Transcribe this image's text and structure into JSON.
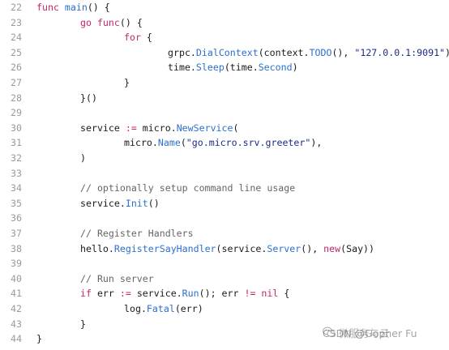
{
  "lines": [
    {
      "num": "22",
      "indent": 0,
      "segs": [
        {
          "t": "func ",
          "c": "kw"
        },
        {
          "t": "main",
          "c": "fn"
        },
        {
          "t": "() {",
          "c": ""
        }
      ]
    },
    {
      "num": "23",
      "indent": 1,
      "segs": [
        {
          "t": "go ",
          "c": "kw"
        },
        {
          "t": "func",
          "c": "kw"
        },
        {
          "t": "() {",
          "c": ""
        }
      ]
    },
    {
      "num": "24",
      "indent": 2,
      "segs": [
        {
          "t": "for",
          "c": "kw"
        },
        {
          "t": " {",
          "c": ""
        }
      ]
    },
    {
      "num": "25",
      "indent": 3,
      "segs": [
        {
          "t": "grpc.",
          "c": ""
        },
        {
          "t": "DialContext",
          "c": "fn"
        },
        {
          "t": "(context.",
          "c": ""
        },
        {
          "t": "TODO",
          "c": "fn"
        },
        {
          "t": "(), ",
          "c": ""
        },
        {
          "t": "\"127.0.0.1:9091\"",
          "c": "str"
        },
        {
          "t": ")",
          "c": ""
        }
      ]
    },
    {
      "num": "26",
      "indent": 3,
      "segs": [
        {
          "t": "time.",
          "c": ""
        },
        {
          "t": "Sleep",
          "c": "fn"
        },
        {
          "t": "(time.",
          "c": ""
        },
        {
          "t": "Second",
          "c": "fn"
        },
        {
          "t": ")",
          "c": ""
        }
      ]
    },
    {
      "num": "27",
      "indent": 2,
      "segs": [
        {
          "t": "}",
          "c": ""
        }
      ]
    },
    {
      "num": "28",
      "indent": 1,
      "segs": [
        {
          "t": "}()",
          "c": ""
        }
      ]
    },
    {
      "num": "29",
      "indent": 0,
      "segs": []
    },
    {
      "num": "30",
      "indent": 1,
      "segs": [
        {
          "t": "service ",
          "c": ""
        },
        {
          "t": ":=",
          "c": "kw"
        },
        {
          "t": " micro.",
          "c": ""
        },
        {
          "t": "NewService",
          "c": "fn"
        },
        {
          "t": "(",
          "c": ""
        }
      ]
    },
    {
      "num": "31",
      "indent": 2,
      "segs": [
        {
          "t": "micro.",
          "c": ""
        },
        {
          "t": "Name",
          "c": "fn"
        },
        {
          "t": "(",
          "c": ""
        },
        {
          "t": "\"go.micro.srv.greeter\"",
          "c": "str"
        },
        {
          "t": "),",
          "c": ""
        }
      ]
    },
    {
      "num": "32",
      "indent": 1,
      "segs": [
        {
          "t": ")",
          "c": ""
        }
      ]
    },
    {
      "num": "33",
      "indent": 0,
      "segs": []
    },
    {
      "num": "34",
      "indent": 1,
      "segs": [
        {
          "t": "// optionally setup command line usage",
          "c": "cm"
        }
      ]
    },
    {
      "num": "35",
      "indent": 1,
      "segs": [
        {
          "t": "service.",
          "c": ""
        },
        {
          "t": "Init",
          "c": "fn"
        },
        {
          "t": "()",
          "c": ""
        }
      ]
    },
    {
      "num": "36",
      "indent": 0,
      "segs": []
    },
    {
      "num": "37",
      "indent": 1,
      "segs": [
        {
          "t": "// Register Handlers",
          "c": "cm"
        }
      ]
    },
    {
      "num": "38",
      "indent": 1,
      "segs": [
        {
          "t": "hello.",
          "c": ""
        },
        {
          "t": "RegisterSayHandler",
          "c": "fn"
        },
        {
          "t": "(service.",
          "c": ""
        },
        {
          "t": "Server",
          "c": "fn"
        },
        {
          "t": "(), ",
          "c": ""
        },
        {
          "t": "new",
          "c": "kw"
        },
        {
          "t": "(Say))",
          "c": ""
        }
      ]
    },
    {
      "num": "39",
      "indent": 0,
      "segs": []
    },
    {
      "num": "40",
      "indent": 1,
      "segs": [
        {
          "t": "// Run server",
          "c": "cm"
        }
      ]
    },
    {
      "num": "41",
      "indent": 1,
      "segs": [
        {
          "t": "if",
          "c": "kw"
        },
        {
          "t": " err ",
          "c": ""
        },
        {
          "t": ":=",
          "c": "kw"
        },
        {
          "t": " service.",
          "c": ""
        },
        {
          "t": "Run",
          "c": "fn"
        },
        {
          "t": "(); err ",
          "c": ""
        },
        {
          "t": "!=",
          "c": "kw"
        },
        {
          "t": " ",
          "c": ""
        },
        {
          "t": "nil",
          "c": "kw"
        },
        {
          "t": " {",
          "c": ""
        }
      ]
    },
    {
      "num": "42",
      "indent": 2,
      "segs": [
        {
          "t": "log.",
          "c": ""
        },
        {
          "t": "Fatal",
          "c": "fn"
        },
        {
          "t": "(err)",
          "c": ""
        }
      ]
    },
    {
      "num": "43",
      "indent": 1,
      "segs": [
        {
          "t": "}",
          "c": ""
        }
      ]
    },
    {
      "num": "44",
      "indent": 0,
      "segs": [
        {
          "t": "}",
          "c": ""
        }
      ]
    }
  ],
  "watermark": {
    "text": "CSDN @Gopher Fu",
    "overlay_text": "微服务与云",
    "icon": "wechat-icon"
  },
  "colors": {
    "keyword": "#c4286a",
    "function": "#2b6fd1",
    "string": "#1f2a8a",
    "comment": "#666666",
    "line_number": "#9a9a9a"
  }
}
